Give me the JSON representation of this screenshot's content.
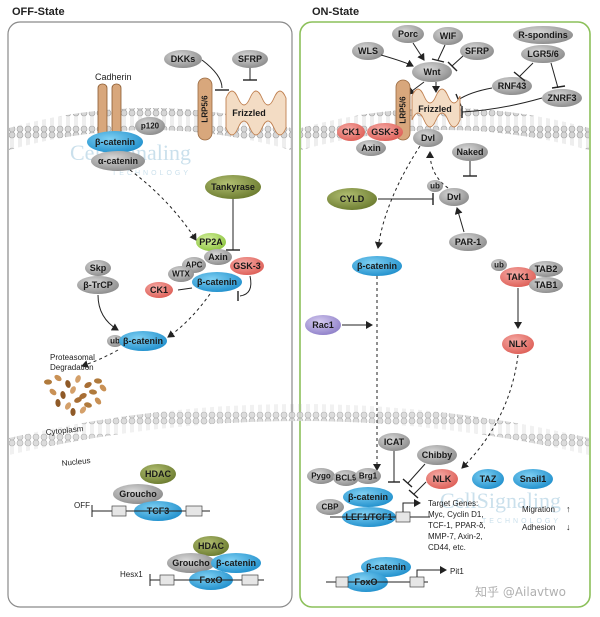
{
  "panels": {
    "off_title": "OFF-State",
    "on_title": "ON-State"
  },
  "off": {
    "cadherin": "Cadherin",
    "p120": "p120",
    "beta_catenin_membrane": "β-catenin",
    "alpha_catenin": "α-catenin",
    "dkks": "DKKs",
    "sfrp": "SFRP",
    "lrp": "LRP5/6",
    "frizzled": "Frizzled",
    "tankyrase": "Tankyrase",
    "pp2a": "PP2A",
    "axin": "Axin",
    "apc": "APC",
    "wtx": "WTX",
    "gsk3": "GSK-3",
    "ck1": "CK1",
    "beta_catenin_complex": "β-catenin",
    "skp": "Skp",
    "btrcp": "β-TrCP",
    "ub": "ub",
    "beta_catenin_ub": "β-catenin",
    "degradation": "Proteasomal\nDegradation",
    "cytoplasm": "Cytoplasm",
    "nucleus": "Nucleus",
    "hdac1": "HDAC",
    "groucho1": "Groucho",
    "tcf3": "TCF3",
    "off_label": "OFF",
    "hdac2": "HDAC",
    "groucho2": "Groucho",
    "beta_catenin_foxo": "β-catenin",
    "foxo": "FoxO",
    "hesx1": "Hesx1"
  },
  "on": {
    "wls": "WLS",
    "porc": "Porc",
    "wif": "WIF",
    "sfrp": "SFRP",
    "wnt": "Wnt",
    "rspondins": "R-spondins",
    "lgr": "LGR5/6",
    "rnf43": "RNF43",
    "znrf3": "ZNRF3",
    "lrp": "LRP5/6",
    "frizzled": "Frizzled",
    "ck1": "CK1",
    "gsk3": "GSK-3",
    "axin": "Axin",
    "dvl1": "Dvl",
    "naked": "Naked",
    "cyld": "CYLD",
    "ub1": "ub",
    "dvl2": "Dvl",
    "par1": "PAR-1",
    "beta_catenin": "β-catenin",
    "ub2": "ub",
    "tak1": "TAK1",
    "tab2": "TAB2",
    "tab1": "TAB1",
    "rac1": "Rac1",
    "nlk": "NLK",
    "icat": "ICAT",
    "chibby": "Chibby",
    "pygo": "Pygo",
    "bcl9": "BCL9",
    "brg1": "Brg1",
    "nlk2": "NLK",
    "taz": "TAZ",
    "snail1": "Snail1",
    "cbp": "CBP",
    "beta_catenin_nuc": "β-catenin",
    "lef": "LEF1/TCF1",
    "target_genes": [
      "Target Genes:",
      "Myc, Cyclin D1,",
      "TCF-1, PPAR-δ,",
      "MMP-7, Axin-2,",
      "CD44, etc."
    ],
    "migration": "Migration",
    "adhesion": "Adhesion",
    "beta_catenin_foxo": "β-catenin",
    "foxo": "FoxO",
    "pit1": "Pit1"
  },
  "watermark": {
    "brand": "CellSignaling",
    "sub": "TECHNOLOGY",
    "footer": "知乎 @Ailavtwo"
  },
  "colors": {
    "blue": "#29a3dd",
    "gray": "#9a9a9a",
    "red": "#e8736c",
    "green_dark": "#7a8a3a",
    "green_light": "#a8d25b",
    "purple": "#a99ad6",
    "tan": "#d8a77c",
    "panel_on": "#8cc05a"
  }
}
